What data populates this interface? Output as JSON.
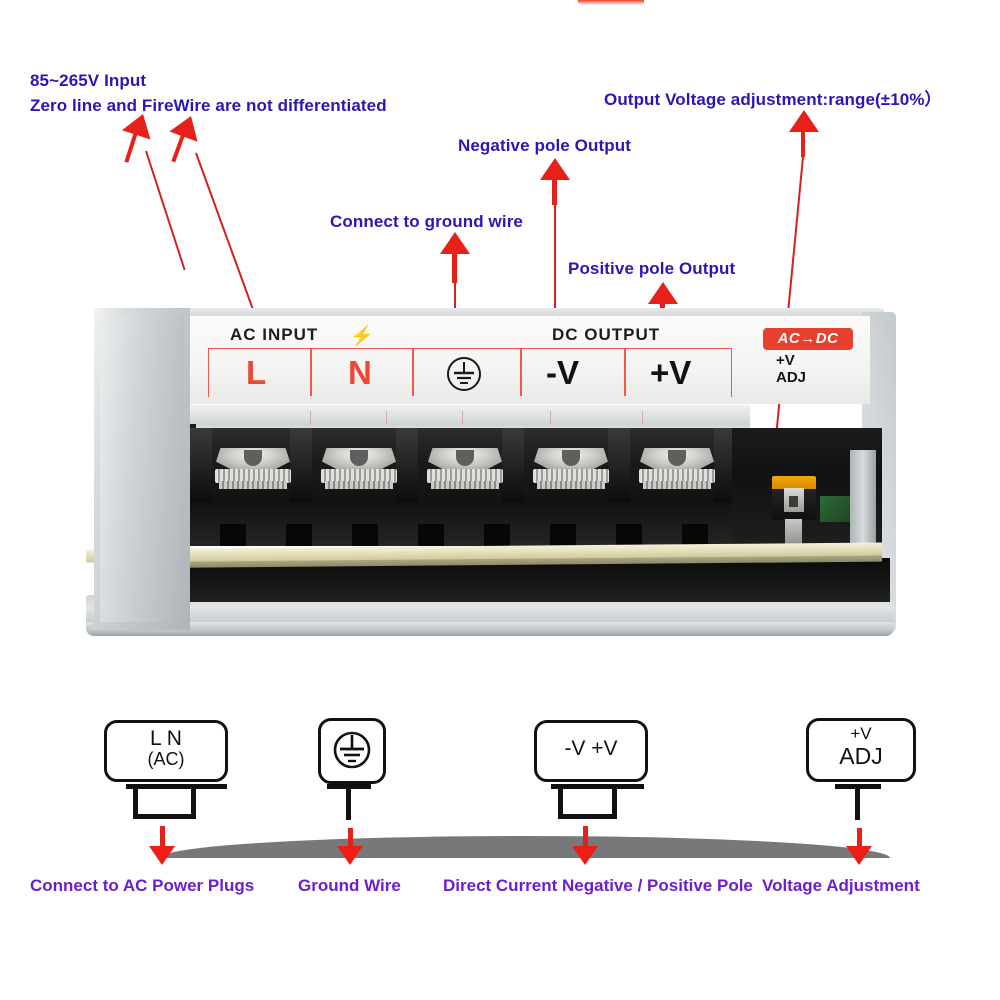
{
  "title": "Switching Power Supply Wiring Annotation Diagram",
  "colors": {
    "annotation_text": "#2a17b5",
    "caption_text": "#6b1fd0",
    "arrow_red": "#e8201a",
    "label_red": "#ee4733",
    "logo_red": "#e8402e"
  },
  "annotations": [
    {
      "id": "ac-input",
      "line1": "85~265V Input",
      "line2": "Zero line and FireWire are not differentiated"
    },
    {
      "id": "output-voltage-adjustment",
      "text": "Output Voltage adjustment:range(±10%）"
    },
    {
      "id": "negative-pole-output",
      "text": "Negative pole Output"
    },
    {
      "id": "connect-to-ground-wire",
      "text": "Connect to ground wire"
    },
    {
      "id": "positive-pole-output",
      "text": "Positive pole Output"
    }
  ],
  "device_label": {
    "ac_input": "AC INPUT",
    "dc_output": "DC OUTPUT",
    "bolt_icon": "lightning-bolt-icon",
    "terminals": [
      {
        "mark": "L",
        "kind": "red"
      },
      {
        "mark": "N",
        "kind": "red"
      },
      {
        "mark": "earth-ground-icon",
        "kind": "symbol"
      },
      {
        "mark": "-V",
        "kind": "black"
      },
      {
        "mark": "+V",
        "kind": "black"
      }
    ],
    "logo": "AC→DC",
    "adj_line1": "+V",
    "adj_line2": "ADJ"
  },
  "legend": [
    {
      "id": "ac-power",
      "box_line1": "L     N",
      "box_line2": "(AC)",
      "glyph": "two-pin-terminal",
      "caption": "Connect to AC Power Plugs"
    },
    {
      "id": "ground",
      "box_line1": "earth-ground-icon",
      "box_line2": "",
      "glyph": "single-pin-terminal",
      "caption": "Ground Wire"
    },
    {
      "id": "dc-output",
      "box_line1": "-V   +V",
      "box_line2": "",
      "glyph": "two-pin-terminal",
      "caption": "Direct Current Negative / Positive Pole"
    },
    {
      "id": "voltage-adjust",
      "box_line1": "+V",
      "box_line2": "ADJ",
      "glyph": "single-pin-terminal",
      "caption": "Voltage Adjustment"
    }
  ]
}
